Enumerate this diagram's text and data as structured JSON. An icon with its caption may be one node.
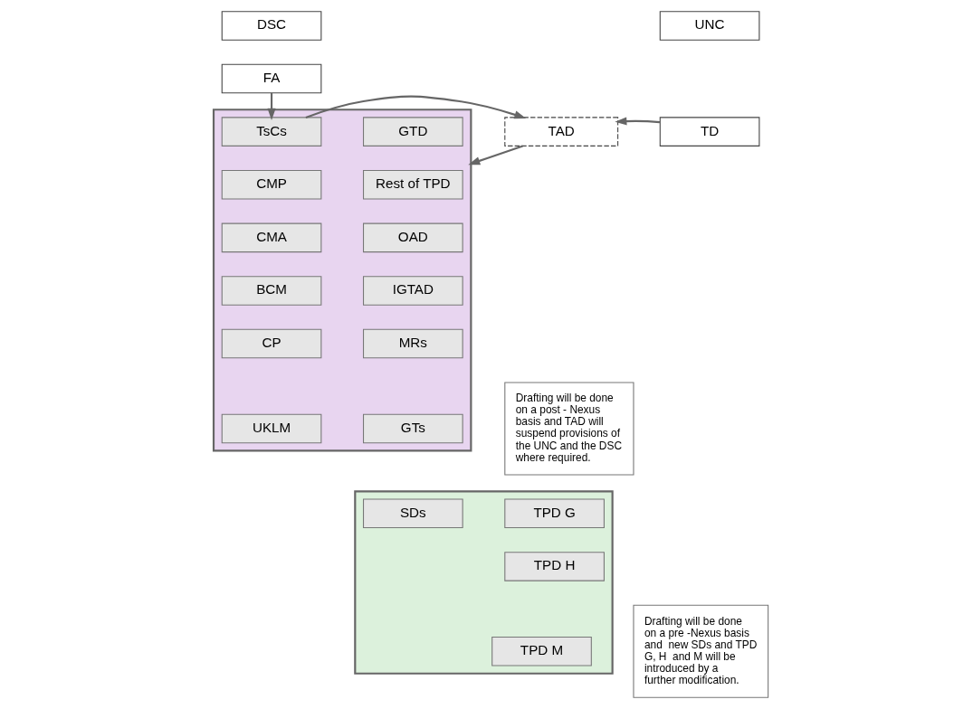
{
  "diagram": {
    "nodes": [
      {
        "text": [
          "DSC"
        ]
      },
      {
        "text": [
          "UNC"
        ]
      },
      {
        "text": [
          "FA"
        ]
      },
      {
        "text": [],
        "shape": "box"
      },
      {
        "text": [
          "TsCs"
        ],
        "in": 3
      },
      {
        "text": [
          "TAD"
        ]
      },
      {
        "text": [
          "TD"
        ]
      },
      {
        "text": [
          "GTD"
        ],
        "in": 3
      },
      {
        "text": [
          "CMP"
        ],
        "in": 3
      },
      {
        "text": [
          "Rest of TPD"
        ],
        "in": 3
      },
      {
        "text": [
          "CMA"
        ],
        "in": 3
      },
      {
        "text": [
          "OAD"
        ],
        "in": 3
      },
      {
        "text": [
          "BCM"
        ],
        "in": 3
      },
      {
        "text": [
          "IGTAD"
        ],
        "in": 3
      },
      {
        "text": [
          "CP"
        ],
        "in": 3
      },
      {
        "text": [
          "MRs"
        ],
        "in": 3
      },
      {
        "text": [
          "UKLM"
        ],
        "in": 3
      },
      {
        "text": [
          "GTs"
        ],
        "in": 3
      },
      {
        "text": [
          "Drafting will be done on a post - Nexus basis and TAD will suspend provisions of the UNC and the DSC where required."
        ]
      },
      {
        "text": [],
        "shape": "box"
      },
      {
        "text": [
          "SDs"
        ],
        "in": 19
      },
      {
        "text": [
          "TPD G"
        ],
        "in": 19
      },
      {
        "text": [
          "TPD H"
        ],
        "in": 19
      },
      {
        "text": [
          "TPD M"
        ],
        "in": 19
      },
      {
        "text": [
          "Drafting will be done on a pre -Nexus basis and  new SDs and TPD G, H  and M will be introduced by a further modification."
        ]
      }
    ],
    "edges": [
      {
        "from": 2,
        "to": 4,
        "arrow": "to"
      },
      {
        "from": 4,
        "to": 5,
        "arrow": "to"
      },
      {
        "from": 6,
        "to": 5,
        "arrow": "to"
      },
      {
        "from": 5,
        "to": 3,
        "arrow": "to"
      }
    ]
  }
}
